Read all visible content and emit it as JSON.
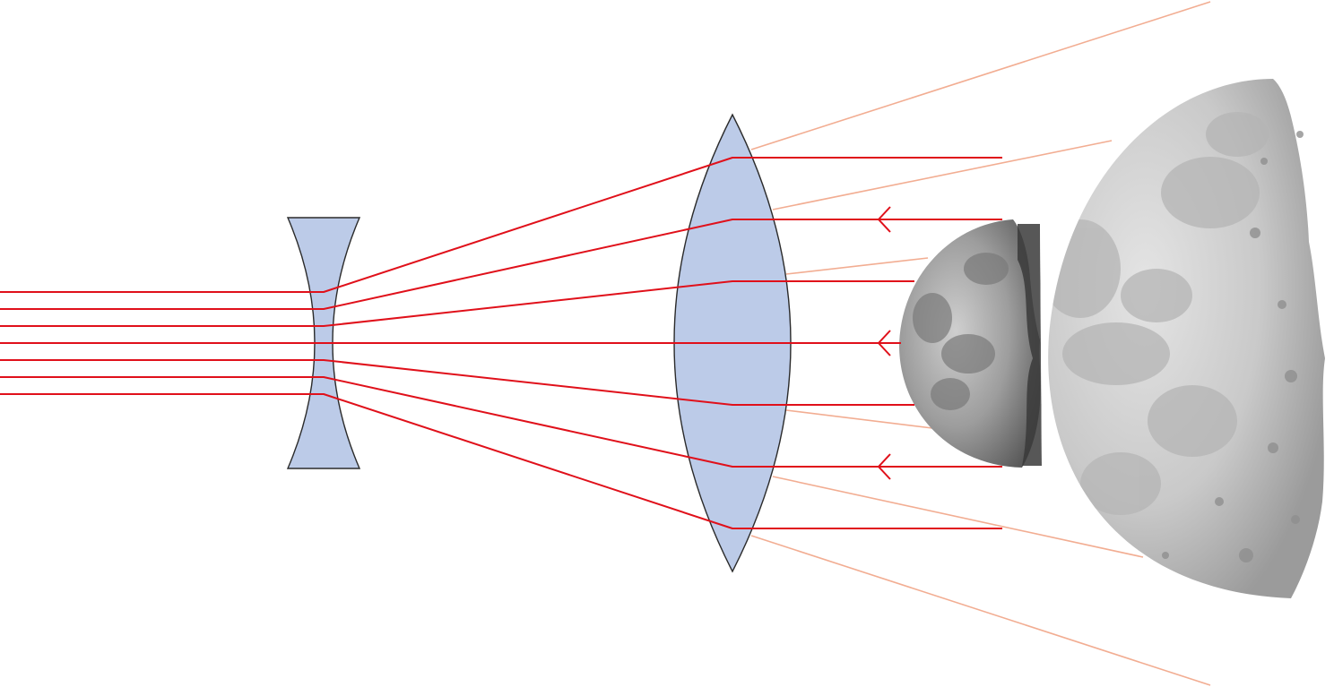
{
  "diagram": {
    "kind": "galilean-telescope-ray-diagram",
    "description_visible_text": [],
    "colors": {
      "background": "#ffffff",
      "lens_fill": "#bccbe8",
      "lens_stroke": "#2b2b2b",
      "ray": "#e0101a",
      "virtual_ray": "#f2ad92",
      "moon_light": "#d9d9d9",
      "moon_mid": "#a9a9a9",
      "moon_dark": "#5f5f5f"
    },
    "elements": {
      "eyepiece": "concave-lens",
      "objective": "convex-lens",
      "small_object": "half-moon-icon",
      "large_image": "half-moon-icon",
      "ray_count": 7,
      "arrowheads_on_rays": [
        2,
        4,
        6
      ]
    }
  }
}
